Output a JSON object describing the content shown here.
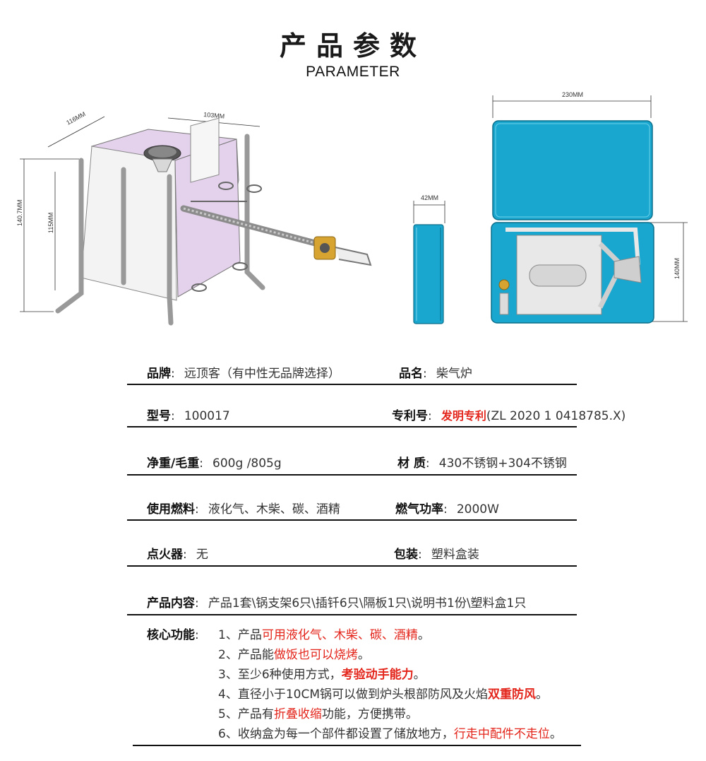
{
  "header": {
    "title": "产品参数",
    "subtitle": "PARAMETER"
  },
  "dims": {
    "stove_width": "103MM",
    "stove_depth": "116MM",
    "stove_height": "140.7MM",
    "stove_inner_height": "115MM",
    "box_width": "230MM",
    "box_thickness": "42MM",
    "box_height": "140MM"
  },
  "specs": {
    "brand_label": "品牌",
    "brand_value": "远顶客（有中性无品牌选择）",
    "name_label": "品名",
    "name_value": "柴气炉",
    "model_label": "型号",
    "model_value": "100017",
    "patent_label": "专利号",
    "patent_highlight": "发明专利",
    "patent_value": "(ZL 2020 1 0418785.X)",
    "weight_label": "净重/毛重",
    "weight_value": "600g /805g",
    "material_label": "材 质",
    "material_value": "430不锈钢+304不锈钢",
    "fuel_label": "使用燃料",
    "fuel_value": "液化气、木柴、碳、酒精",
    "power_label": "燃气功率",
    "power_value": "2000W",
    "igniter_label": "点火器",
    "igniter_value": "无",
    "package_label": "包装",
    "package_value": "塑料盒装",
    "contents_label": "产品内容",
    "contents_value": "产品1套\\锅支架6只\\插钎6只\\隔板1只\\说明书1份\\塑料盒1只",
    "colon": ":"
  },
  "functions": {
    "label": "核心功能",
    "f1_a": "1、产品",
    "f1_b": "可用液化气、木柴、碳、酒精",
    "f1_c": "。",
    "f2_a": "2、产品能",
    "f2_b": "做饭也可以烧烤",
    "f2_c": "。",
    "f3_a": "3、至少6种使用方式，",
    "f3_b": "考验动手能力",
    "f3_c": "。",
    "f4_a": "4、直径小于10CM锅可以做到炉头根部防风及火焰",
    "f4_b": "双重防风",
    "f4_c": "。",
    "f5_a": "5、产品有",
    "f5_b": "折叠收缩",
    "f5_c": "功能，方便携带。",
    "f6_a": "6、收纳盒为每一个部件都设置了储放地方，",
    "f6_b": "行走中配件不走位",
    "f6_c": "。"
  },
  "colors": {
    "box_blue": "#1aa7cf",
    "stove_panel": "#e4d2ec",
    "accent_red": "#e3251b",
    "valve_gold": "#d7a431"
  }
}
